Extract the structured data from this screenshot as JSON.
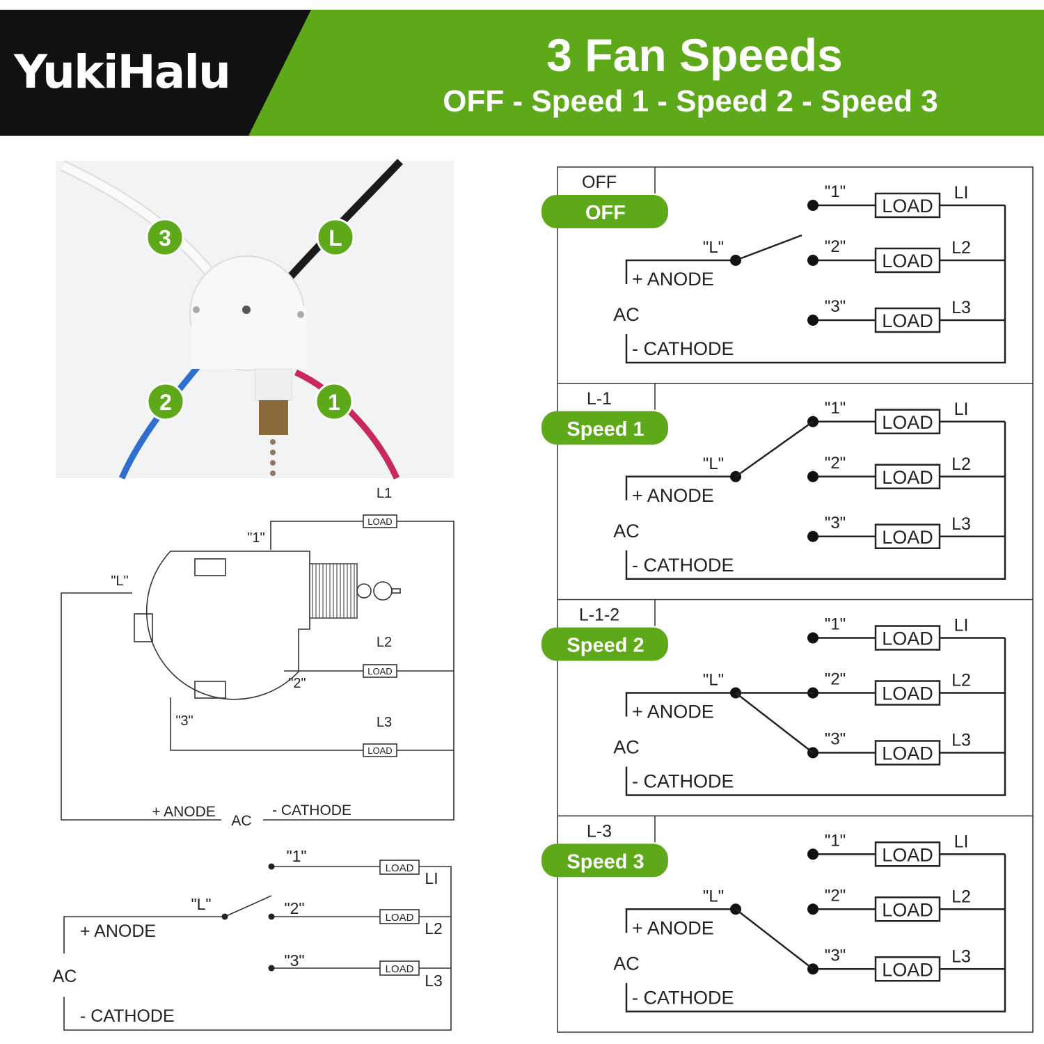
{
  "header": {
    "brand": "YukiHalu",
    "title": "3 Fan Speeds",
    "subtitle": "OFF - Speed 1 - Speed 2 - Speed 3",
    "colors": {
      "brand_bg": "#111111",
      "accent": "#5ea91a",
      "text": "#ffffff"
    }
  },
  "photo": {
    "badges": [
      "3",
      "L",
      "2",
      "1"
    ],
    "badge_color": "#5ea91a",
    "wire_colors": {
      "3": "#f4f4f4",
      "L": "#1a1a1a",
      "2": "#2f6fd0",
      "1": "#c8285a"
    }
  },
  "wiring_diagram": {
    "terminal_labels": [
      "\"1\"",
      "\"2\"",
      "\"3\"",
      "\"L\""
    ],
    "load_labels": [
      "L1",
      "L2",
      "L3"
    ],
    "load_text": "LOAD",
    "anode": "+ ANODE",
    "ac": "AC",
    "cathode": "- CATHODE"
  },
  "schematic": {
    "terminals": [
      "\"1\"",
      "\"2\"",
      "\"3\""
    ],
    "common": "\"L\"",
    "load_text": "LOAD",
    "load_labels": [
      "LI",
      "L2",
      "L3"
    ],
    "anode": "+ ANODE",
    "ac": "AC",
    "cathode": "- CATHODE",
    "state": "OFF"
  },
  "speed_panels": [
    {
      "code": "OFF",
      "label": "OFF",
      "connected": []
    },
    {
      "code": "L-1",
      "label": "Speed 1",
      "connected": [
        1
      ]
    },
    {
      "code": "L-1-2",
      "label": "Speed 2",
      "connected": [
        2,
        3
      ]
    },
    {
      "code": "L-3",
      "label": "Speed 3",
      "connected": [
        3
      ]
    }
  ],
  "panel_text": {
    "terminals": [
      "\"1\"",
      "\"2\"",
      "\"3\""
    ],
    "common": "\"L\"",
    "load_text": "LOAD",
    "load_labels": [
      "LI",
      "L2",
      "L3"
    ],
    "anode": "+ ANODE",
    "ac": "AC",
    "cathode": "- CATHODE"
  }
}
